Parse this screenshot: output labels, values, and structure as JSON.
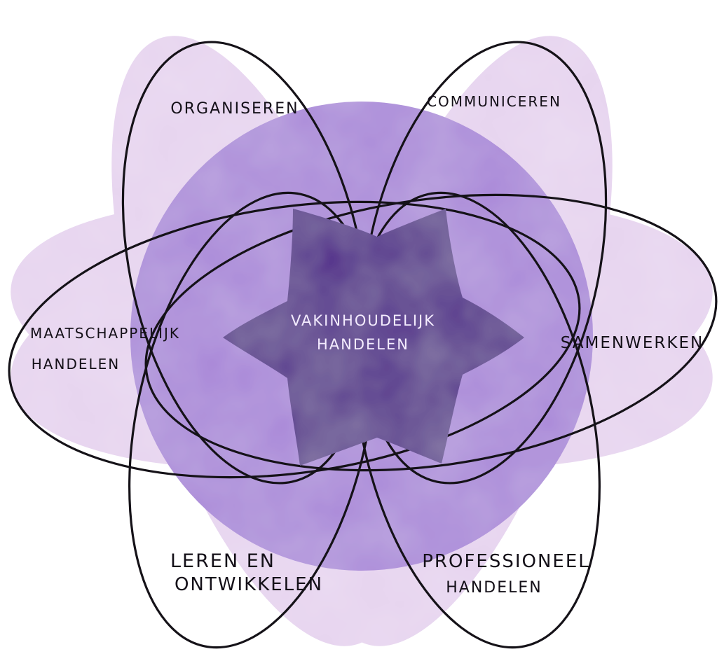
{
  "colors": {
    "petal": "#e6d3ef",
    "overlap": "#a987d8",
    "star": "#4d2488",
    "outline": "#151218",
    "text": "#141018",
    "center_text": "#f4ecff",
    "background": "#ffffff"
  },
  "center": {
    "line1": "VAKINHOUDELIJK",
    "line2": "HANDELEN"
  },
  "petals": [
    {
      "key": "organiseren",
      "lines": [
        "ORGANISEREN"
      ]
    },
    {
      "key": "communiceren",
      "lines": [
        "COMMUNICEREN"
      ]
    },
    {
      "key": "samenwerken",
      "lines": [
        "SAMENWERKEN"
      ]
    },
    {
      "key": "professioneel",
      "lines": [
        "PROFESSIONEEL",
        "HANDELEN"
      ]
    },
    {
      "key": "leren",
      "lines": [
        "LEREN EN",
        "ONTWIKKELEN"
      ]
    },
    {
      "key": "maatschappelijk",
      "lines": [
        "MAATSCHAPPELIJK",
        "HANDELEN"
      ]
    }
  ]
}
